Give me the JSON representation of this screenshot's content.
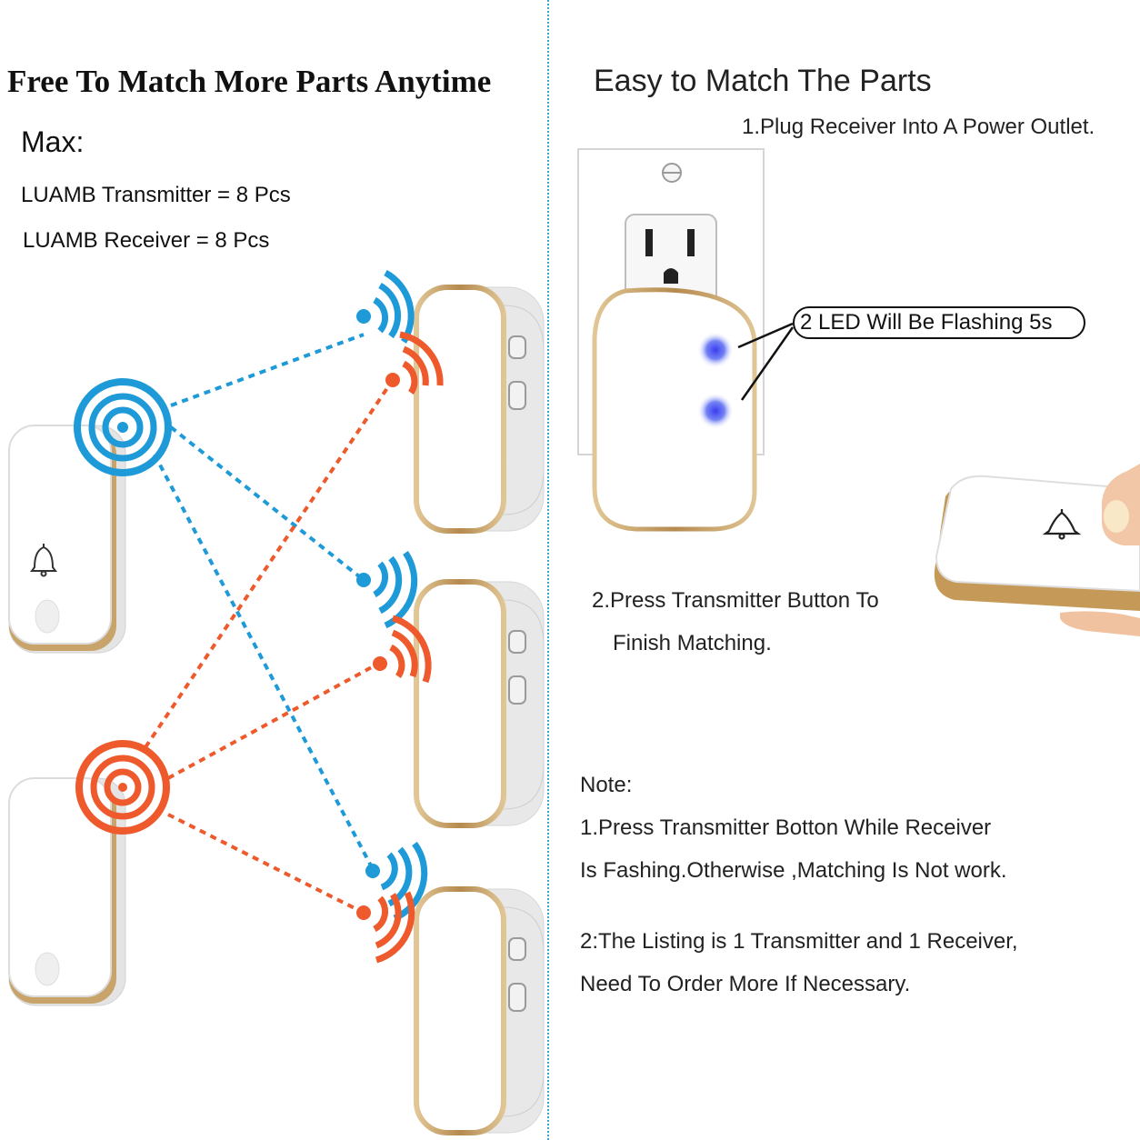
{
  "left": {
    "title": "Free To Match More Parts Anytime",
    "max_label": "Max:",
    "transmitter_spec": "LUAMB Transmitter = 8 Pcs",
    "receiver_spec": "LUAMB Receiver = 8 Pcs"
  },
  "right": {
    "title": "Easy to Match The Parts",
    "step1": "1.Plug Receiver Into A Power Outlet.",
    "led_callout": "2 LED Will Be Flashing 5s",
    "step2_line1": "2.Press Transmitter Button To",
    "step2_line2": "Finish Matching.",
    "note_label": "Note:",
    "note1_line1": "1.Press Transmitter Botton While Receiver",
    "note1_line2": "Is Fashing.Otherwise ,Matching Is Not work.",
    "note2_line1": "2:The Listing is 1 Transmitter and 1 Receiver,",
    "note2_line2": "Need To Order More If Necessary."
  },
  "colors": {
    "blue_signal": "#1e9ad8",
    "orange_signal": "#ee5a2c",
    "gold_trim": "#c9a46a",
    "led_blue": "#3a4cf0",
    "divider": "#3aa3d6"
  },
  "icons": [
    "bell-icon",
    "signal-waves-icon",
    "target-rings-icon",
    "power-outlet-icon",
    "hand-icon"
  ]
}
